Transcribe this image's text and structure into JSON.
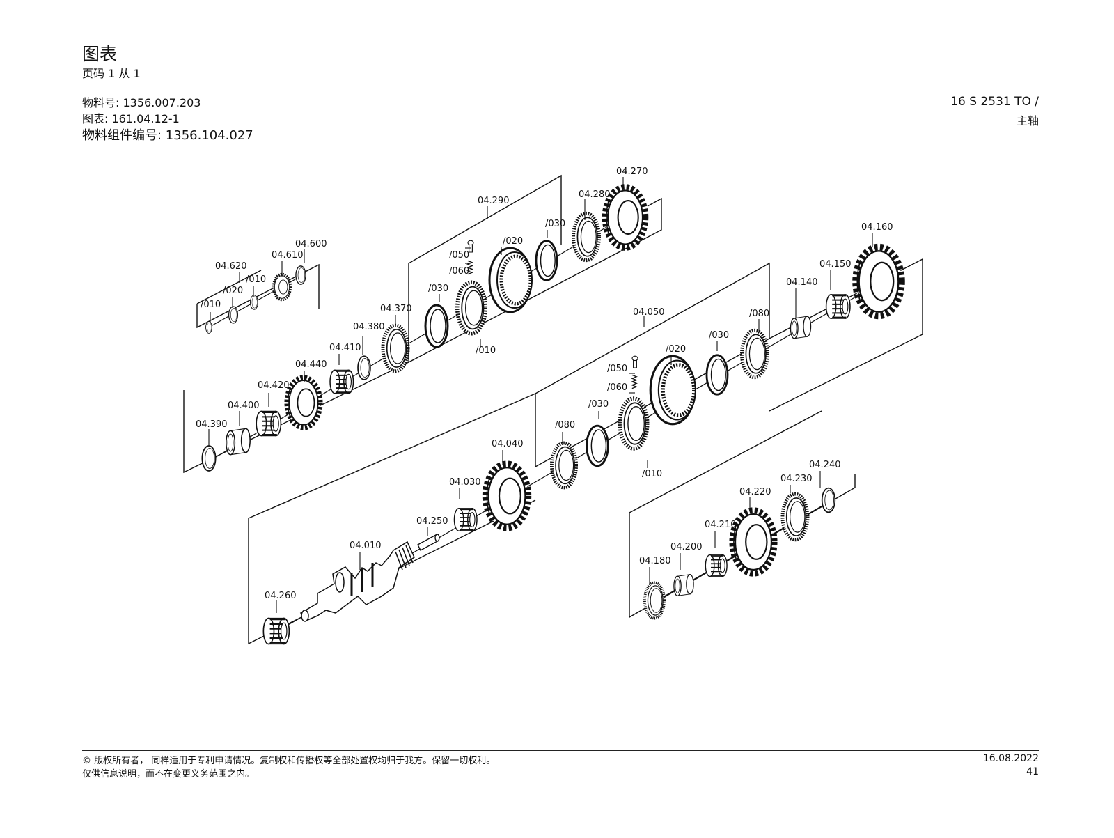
{
  "header": {
    "title": "图表",
    "page_info": "页码 1 从 1",
    "material_no": "物料号: 1356.007.203",
    "diagram_no": "图表: 161.04.12-1",
    "assembly_no": "物料组件编号: 1356.104.027",
    "model": "16 S 2531 TO /",
    "subtitle": "主轴"
  },
  "diagram": {
    "labels": {
      "p04_620": "04.620",
      "p04_610": "04.610",
      "p04_600": "04.600",
      "s620_010": "/010",
      "s620_020": "/020",
      "s620_010b": "/010",
      "p04_290": "04.290",
      "p04_280": "04.280",
      "p04_270": "04.270",
      "s290_050": "/050",
      "s290_060": "/060",
      "s290_020": "/020",
      "s290_030a": "/030",
      "s290_030b": "/030",
      "s290_010": "/010",
      "p04_370": "04.370",
      "p04_380": "04.380",
      "p04_410": "04.410",
      "p04_440": "04.440",
      "p04_420": "04.420",
      "p04_400": "04.400",
      "p04_390": "04.390",
      "p04_160": "04.160",
      "p04_150": "04.150",
      "p04_140": "04.140",
      "p04_050": "04.050",
      "s050_080a": "/080",
      "s050_030a": "/030",
      "s050_020": "/020",
      "s050_050": "/050",
      "s050_060": "/060",
      "s050_030b": "/030",
      "s050_080b": "/080",
      "s050_010": "/010",
      "p04_040": "04.040",
      "p04_030": "04.030",
      "p04_250": "04.250",
      "p04_010": "04.010",
      "p04_260": "04.260",
      "p04_240": "04.240",
      "p04_230": "04.230",
      "p04_220": "04.220",
      "p04_210": "04.210",
      "p04_200": "04.200",
      "p04_180": "04.180"
    }
  },
  "footer": {
    "copyright": "© 版权所有者， 同样适用于专利申请情况。复制权和传播权等全部处置权均归于我方。保留一切权利。",
    "note": "仅供信息说明，而不在变更义务范围之内。",
    "date": "16.08.2022",
    "page_number": "41"
  }
}
